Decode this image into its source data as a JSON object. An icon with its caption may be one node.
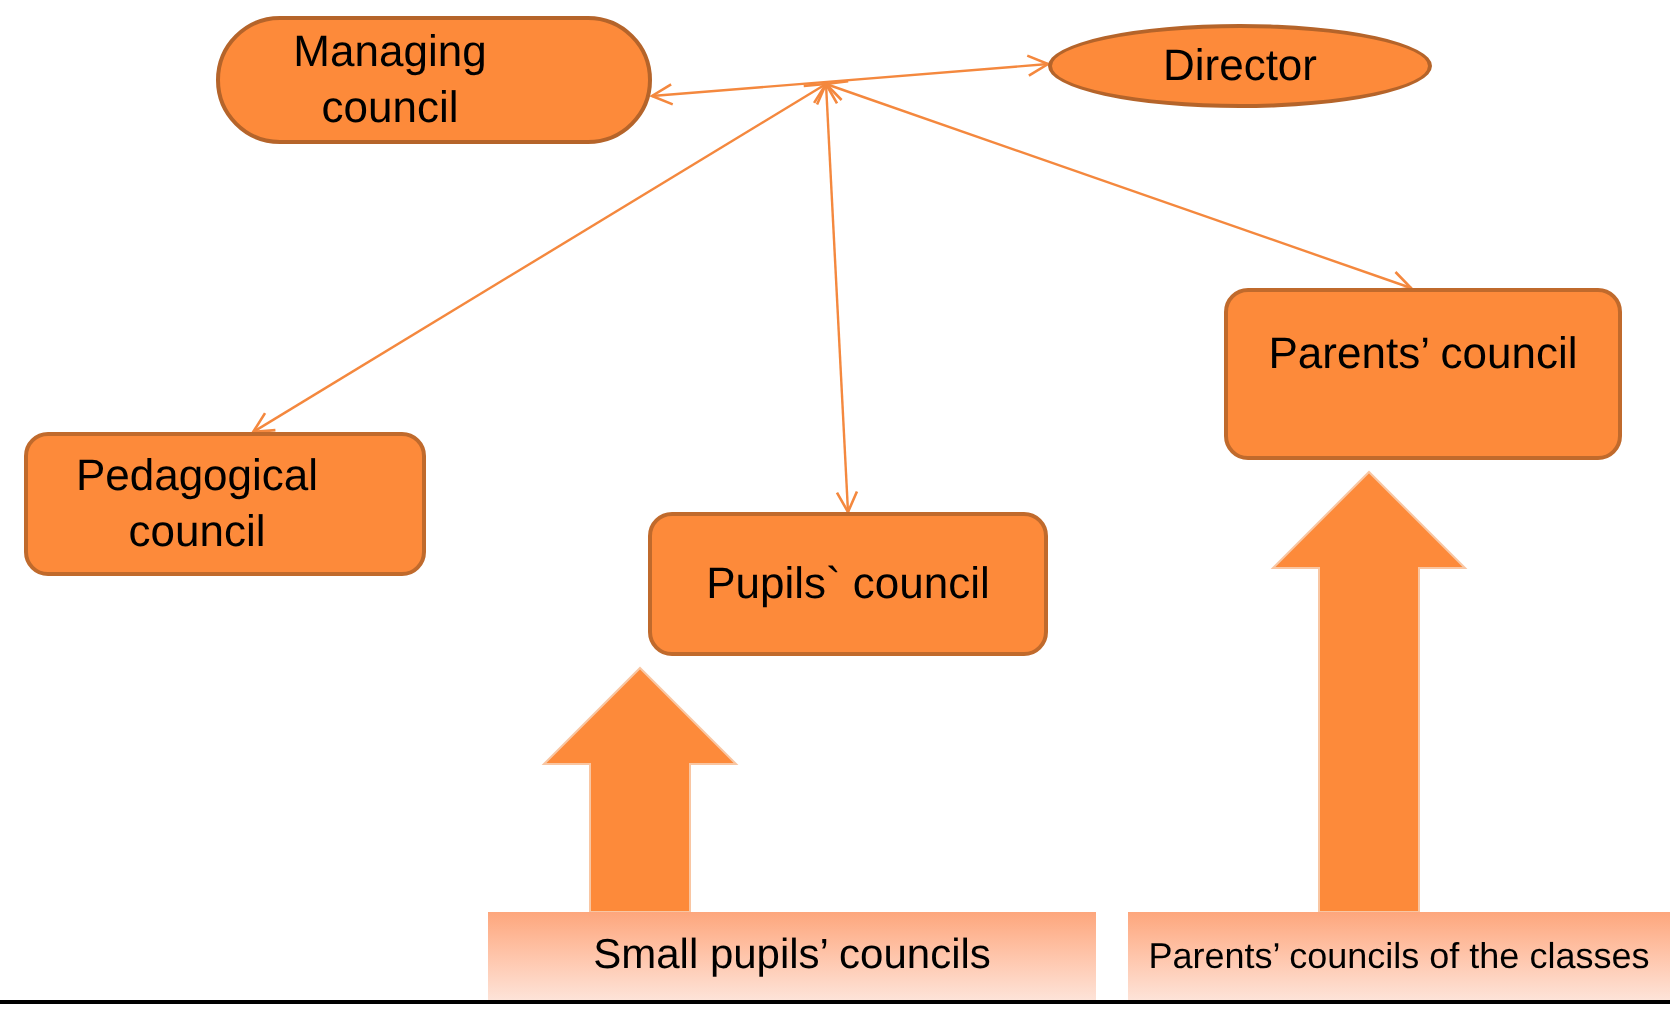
{
  "diagram": {
    "nodes": [
      {
        "text": [
          "Managing council"
        ]
      },
      {
        "text": [
          "Director"
        ]
      },
      {
        "text": [
          "Pedagogical council"
        ]
      },
      {
        "text": [
          "Pupils` council"
        ]
      },
      {
        "text": [
          "Parents’ council"
        ]
      },
      {
        "text": [
          "Small pupils’ councils"
        ]
      },
      {
        "text": [
          "Parents’ councils of the classes"
        ]
      }
    ],
    "edges": [
      {
        "from": 0,
        "to": 1,
        "arrow": "both"
      },
      {
        "from": null,
        "to": 2,
        "arrow": "both"
      },
      {
        "from": null,
        "to": 3,
        "arrow": "both"
      },
      {
        "from": null,
        "to": 4,
        "arrow": "both"
      },
      {
        "from": 5,
        "to": 3,
        "arrow": "to",
        "style": "thick"
      },
      {
        "from": 6,
        "to": 4,
        "arrow": "to",
        "style": "thick"
      }
    ]
  }
}
